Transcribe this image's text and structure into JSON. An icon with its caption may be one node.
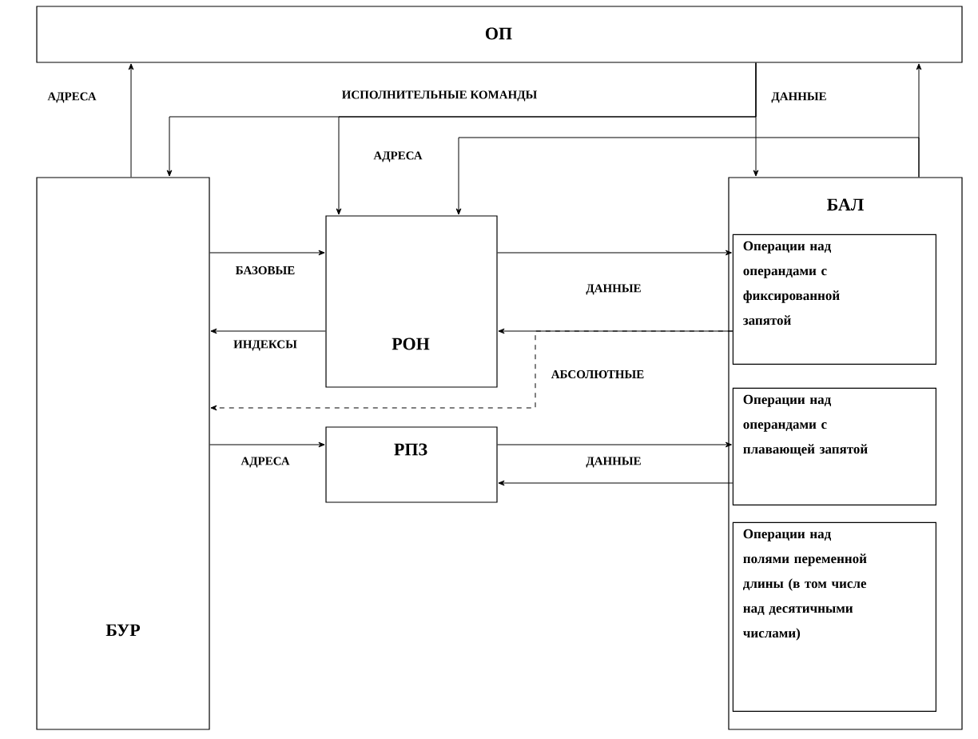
{
  "diagram": {
    "nodes": [
      {
        "text": [
          "ОП"
        ]
      },
      {
        "text": [
          "БУР"
        ]
      },
      {
        "text": [
          "РОН"
        ]
      },
      {
        "text": [
          "РПЗ"
        ]
      },
      {
        "text": [
          "БАЛ"
        ]
      },
      {
        "text": [
          "Операции над операндами с фиксированной запятой"
        ],
        "in": 4
      },
      {
        "text": [
          "Операции над операндами с плавающей запятой"
        ],
        "in": 4
      },
      {
        "text": [
          "Операции над полями переменной длины (в том числе над десятичными числами)"
        ],
        "in": 4
      }
    ],
    "edges": [
      {
        "from": 1,
        "to": 0,
        "arrow": "to",
        "label": "АДРЕСА"
      },
      {
        "from": 0,
        "to": 1,
        "arrow": "to",
        "label": "ИСПОЛНИТЕЛЬНЫЕ КОМАНДЫ"
      },
      {
        "from": 0,
        "to": 2,
        "arrow": "to"
      },
      {
        "from": 0,
        "to": 4,
        "arrow": "to",
        "label": "ДАННЫЕ"
      },
      {
        "from": 4,
        "to": 0,
        "arrow": "to"
      },
      {
        "from": 4,
        "to": 2,
        "arrow": "to",
        "label": "АДРЕСА"
      },
      {
        "from": 1,
        "to": 2,
        "arrow": "to",
        "label": "БАЗОВЫЕ"
      },
      {
        "from": 2,
        "to": 1,
        "arrow": "to",
        "label": "ИНДЕКСЫ"
      },
      {
        "from": 2,
        "to": 5,
        "arrow": "to",
        "label": "ДАННЫЕ"
      },
      {
        "from": 5,
        "to": 2,
        "arrow": "to"
      },
      {
        "from": 5,
        "to": 1,
        "arrow": "to",
        "label": "АБСОЛЮТНЫЕ",
        "style": "dashed"
      },
      {
        "from": 1,
        "to": 3,
        "arrow": "to",
        "label": "АДРЕСА"
      },
      {
        "from": 3,
        "to": 6,
        "arrow": "to",
        "label": "ДАННЫЕ"
      },
      {
        "from": 6,
        "to": 3,
        "arrow": "to"
      }
    ]
  }
}
